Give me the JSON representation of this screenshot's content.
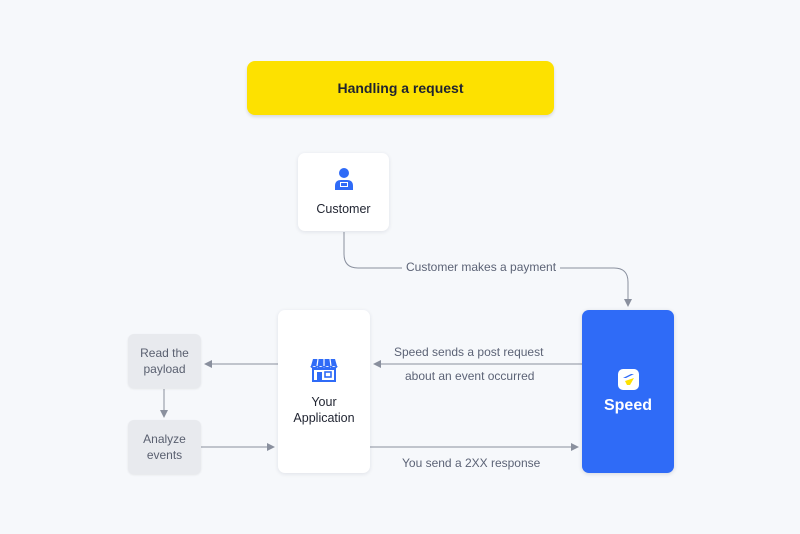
{
  "title": "Handling a request",
  "nodes": {
    "customer": "Customer",
    "your_application": "Your\nApplication",
    "speed": "Speed",
    "read_payload": "Read the\npayload",
    "analyze_events": "Analyze\nevents"
  },
  "edges": {
    "customer_pays": "Customer makes a payment",
    "speed_post_line1": "Speed sends a post request",
    "speed_post_line2": "about an event occurred",
    "send_response": "You send a 2XX response"
  },
  "colors": {
    "banner": "#fde100",
    "speed": "#2f6bf7",
    "arrow": "#8a909e",
    "icon": "#2f6bf7"
  }
}
